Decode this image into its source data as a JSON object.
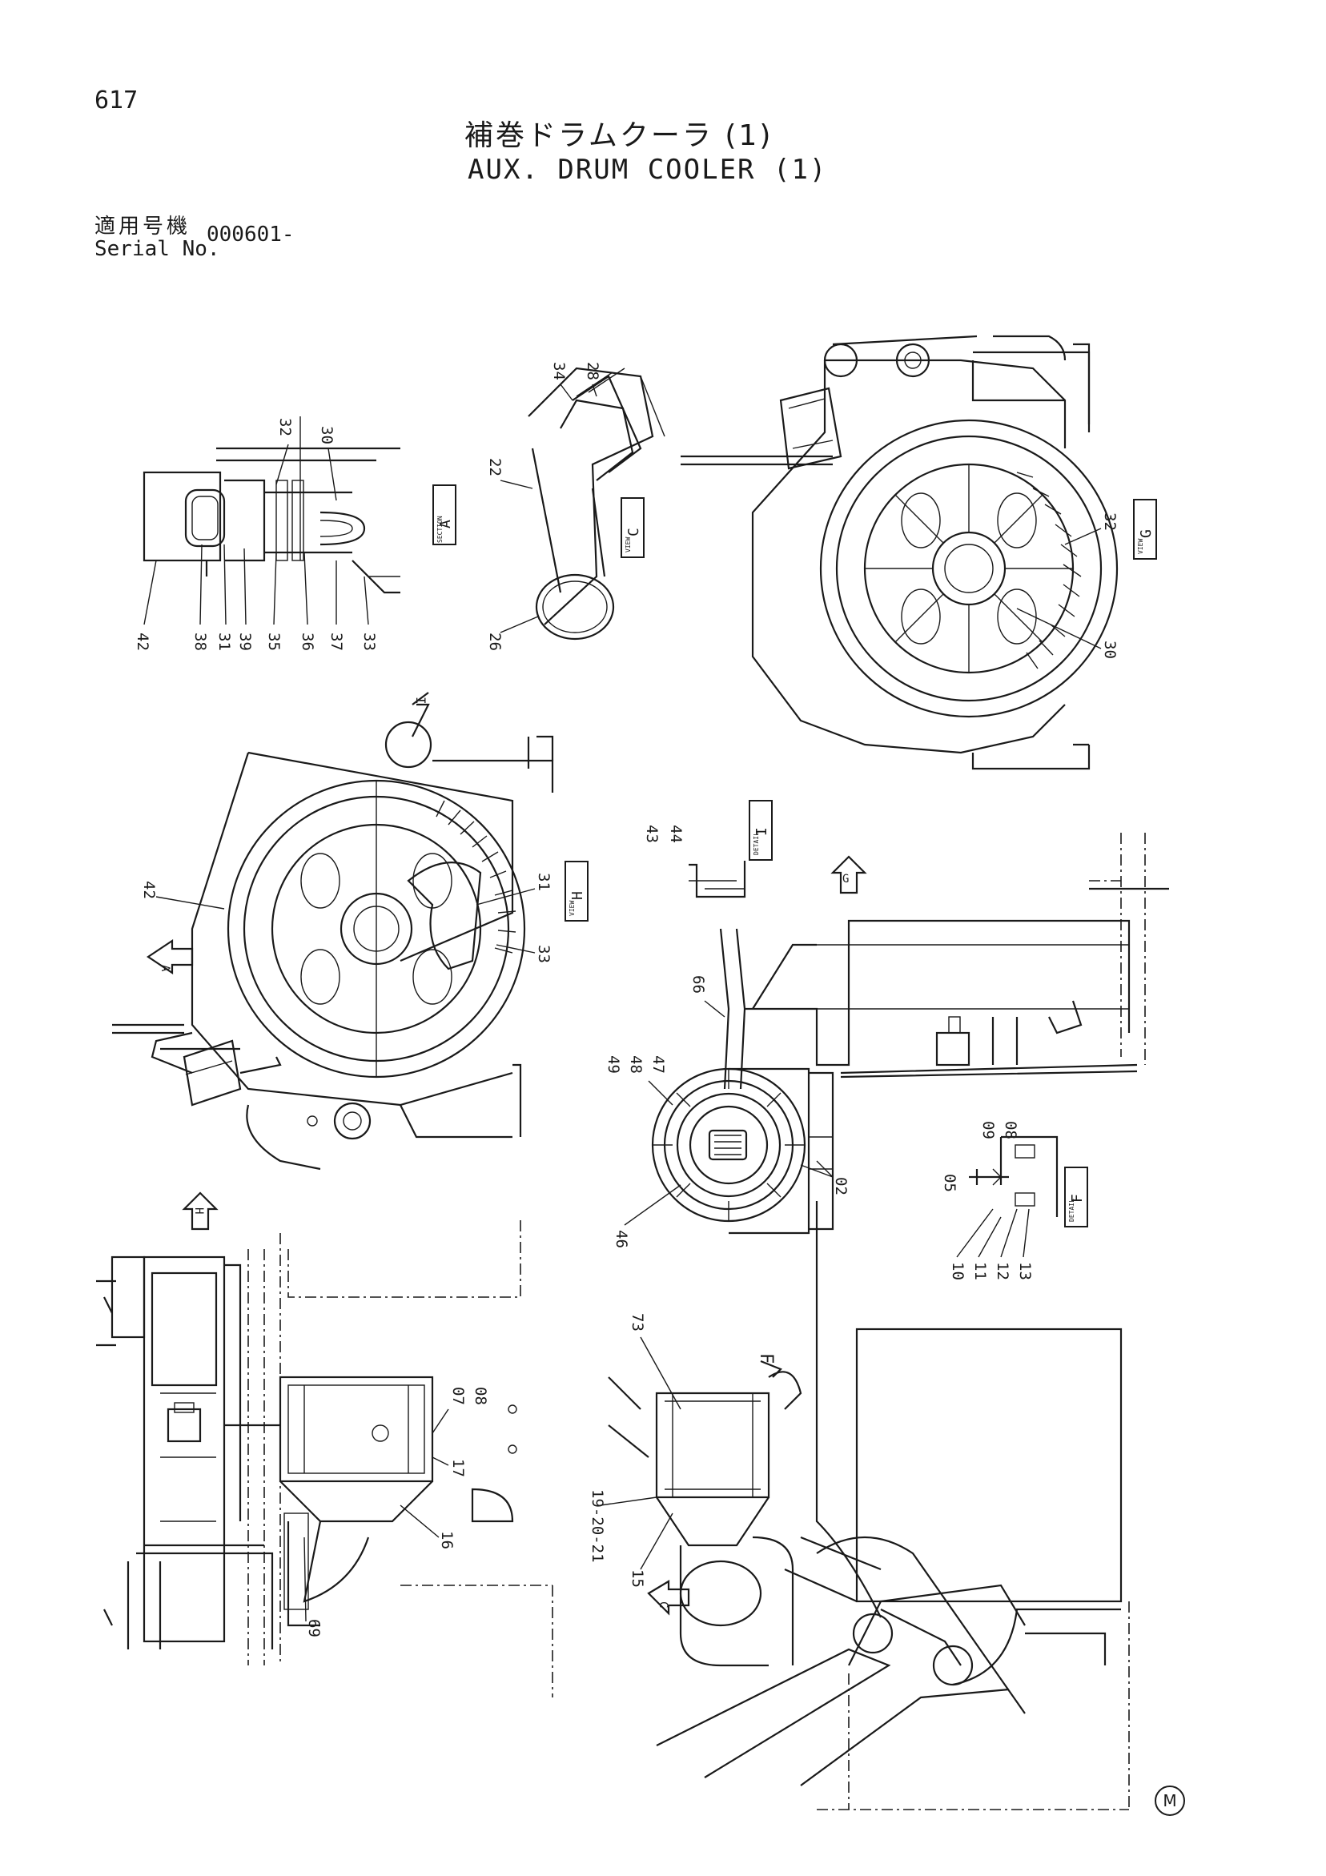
{
  "header": {
    "page_number": "617",
    "title_jp": "補巻ドラムクーラ (1)",
    "title_en": "AUX. DRUM COOLER (1)",
    "serial_label_jp": "適用号機",
    "serial_label_en": "Serial No.",
    "serial_value": "000601-"
  },
  "views": {
    "A": {
      "letter": "A",
      "label": "SECTION"
    },
    "C": {
      "letter": "C",
      "label": "VIEW"
    },
    "G": {
      "letter": "G",
      "label": "VIEW"
    },
    "H": {
      "letter": "H",
      "label": "VIEW"
    },
    "I": {
      "letter": "I",
      "label": "DETAIL"
    },
    "F": {
      "letter": "F",
      "label": "DETAIL"
    }
  },
  "view_arrows": {
    "A": "A",
    "C": "C",
    "G": "G",
    "H": "H",
    "I": "I",
    "F": "F"
  },
  "callouts": {
    "a_30": "30",
    "a_32": "32",
    "a_42": "42",
    "a_38": "38",
    "a_31": "31",
    "a_39": "39",
    "a_35": "35",
    "a_36": "36",
    "a_37": "37",
    "a_33": "33",
    "c_34": "34",
    "c_28": "28",
    "c_22": "22",
    "c_26": "26",
    "g_32": "32",
    "g_30": "30",
    "h_42": "42",
    "h_31": "31",
    "h_33": "33",
    "i_43": "43",
    "i_44": "44",
    "m_66": "66",
    "m_49": "49",
    "m_48": "48",
    "m_47": "47",
    "m_46": "46",
    "m_02": "02",
    "f_09": "09",
    "f_08": "08",
    "f_05": "05",
    "f_10": "10",
    "f_11": "11",
    "f_12": "12",
    "f_13": "13",
    "b_07": "07",
    "b_08": "08",
    "b_17": "17",
    "b_16": "16",
    "b_69": "69",
    "b_73": "73",
    "b_192021": "19-20-21",
    "b_15": "15"
  },
  "footer_mark": "M"
}
